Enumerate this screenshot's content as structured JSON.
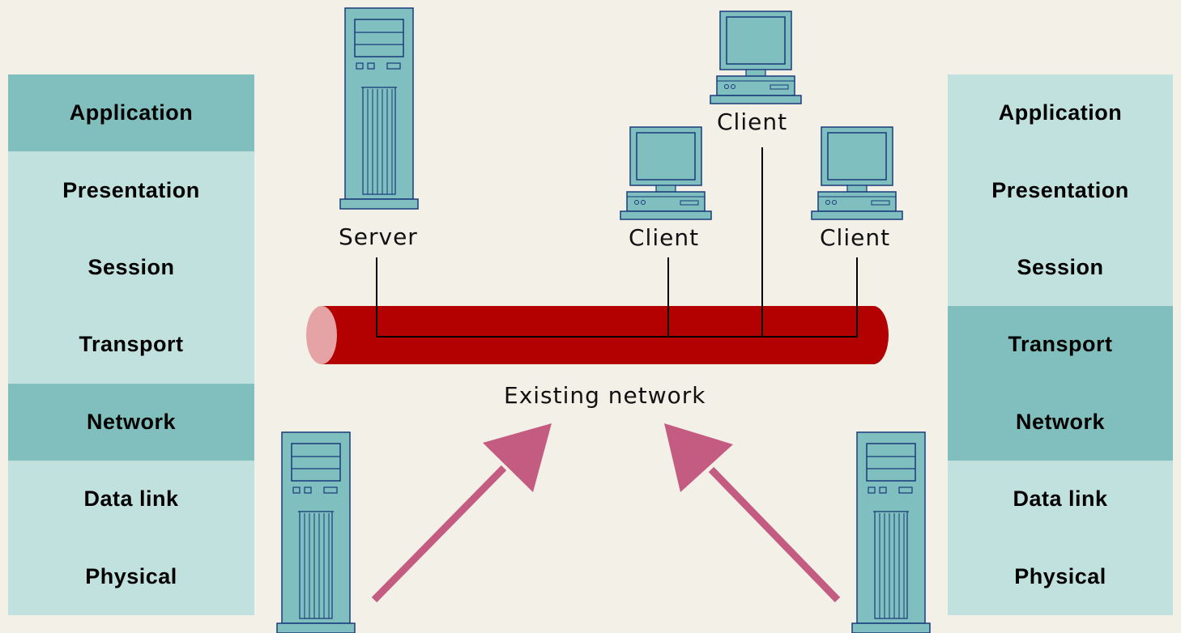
{
  "left_stack": {
    "layers": [
      {
        "label": "Application",
        "highlight": true
      },
      {
        "label": "Presentation",
        "highlight": false
      },
      {
        "label": "Session",
        "highlight": false
      },
      {
        "label": "Transport",
        "highlight": false
      },
      {
        "label": "Network",
        "highlight": true
      },
      {
        "label": "Data link",
        "highlight": false
      },
      {
        "label": "Physical",
        "highlight": false
      }
    ]
  },
  "right_stack": {
    "layers": [
      {
        "label": "Application",
        "highlight": false
      },
      {
        "label": "Presentation",
        "highlight": false
      },
      {
        "label": "Session",
        "highlight": false
      },
      {
        "label": "Transport",
        "highlight": true
      },
      {
        "label": "Network",
        "highlight": true
      },
      {
        "label": "Data link",
        "highlight": false
      },
      {
        "label": "Physical",
        "highlight": false
      }
    ]
  },
  "nodes": {
    "server_label": "Server",
    "client_label": "Client",
    "network_label": "Existing network"
  },
  "colors": {
    "background": "#f3f0e7",
    "layer_light": "#c0e1de",
    "layer_dark": "#80bfbd",
    "network_pipe": "#b30000",
    "network_pipe_end": "#e5a3a6",
    "arrow": "#c45c82",
    "device": "#7fbfbf"
  }
}
